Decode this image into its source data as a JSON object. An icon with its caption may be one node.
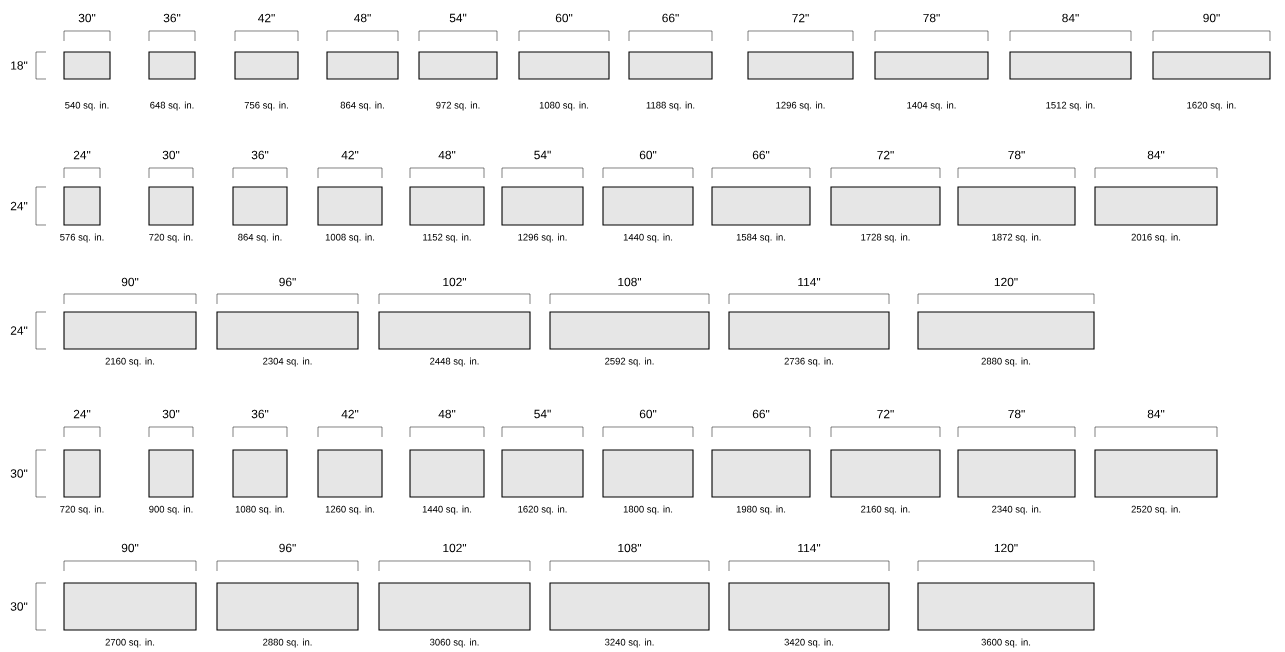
{
  "diagram": {
    "nodes": [
      {
        "text": [],
        "shape": "box",
        "beside": [
          "540 sq. in."
        ]
      },
      {
        "text": [],
        "shape": "box",
        "beside": [
          "648 sq. in."
        ]
      },
      {
        "text": [],
        "shape": "box",
        "beside": [
          "756 sq. in."
        ]
      },
      {
        "text": [],
        "shape": "box",
        "beside": [
          "864 sq. in."
        ]
      },
      {
        "text": [],
        "shape": "box",
        "beside": [
          "972 sq. in."
        ]
      },
      {
        "text": [],
        "shape": "box",
        "beside": [
          "1080 sq. in."
        ]
      },
      {
        "text": [],
        "shape": "box",
        "beside": [
          "1188 sq. in."
        ]
      },
      {
        "text": [],
        "shape": "box",
        "beside": [
          "1296 sq. in."
        ]
      },
      {
        "text": [],
        "shape": "box",
        "beside": [
          "1404 sq. in."
        ]
      },
      {
        "text": [],
        "shape": "box",
        "beside": [
          "1512 sq. in."
        ]
      },
      {
        "text": [],
        "shape": "box",
        "beside": [
          "1620 sq. in."
        ]
      },
      {
        "text": [],
        "shape": "box",
        "beside": [
          "576 sq. in."
        ]
      },
      {
        "text": [],
        "shape": "box",
        "beside": [
          "720 sq. in."
        ]
      },
      {
        "text": [],
        "shape": "box",
        "beside": [
          "864 sq. in."
        ]
      },
      {
        "text": [],
        "shape": "box",
        "beside": [
          "1008 sq. in."
        ]
      },
      {
        "text": [],
        "shape": "box",
        "beside": [
          "1152 sq. in."
        ]
      },
      {
        "text": [],
        "shape": "box",
        "beside": [
          "1296 sq. in."
        ]
      },
      {
        "text": [],
        "shape": "box",
        "beside": [
          "1440 sq. in."
        ]
      },
      {
        "text": [],
        "shape": "box",
        "beside": [
          "1584 sq. in."
        ]
      },
      {
        "text": [],
        "shape": "box",
        "beside": [
          "1728 sq. in."
        ]
      },
      {
        "text": [],
        "shape": "box",
        "beside": [
          "1872 sq. in."
        ]
      },
      {
        "text": [],
        "shape": "box",
        "beside": [
          "2016 sq. in."
        ]
      },
      {
        "text": [],
        "shape": "box",
        "beside": [
          "2160 sq. in."
        ]
      },
      {
        "text": [],
        "shape": "box",
        "beside": [
          "2304 sq. in."
        ]
      },
      {
        "text": [],
        "shape": "box",
        "beside": [
          "2448 sq. in."
        ]
      },
      {
        "text": [],
        "shape": "box",
        "beside": [
          "2592 sq. in."
        ]
      },
      {
        "text": [],
        "shape": "box",
        "beside": [
          "2736 sq. in."
        ]
      },
      {
        "text": [],
        "shape": "box",
        "beside": [
          "2880 sq. in."
        ]
      },
      {
        "text": [],
        "shape": "box",
        "beside": [
          "720 sq. in."
        ]
      },
      {
        "text": [],
        "shape": "box",
        "beside": [
          "900 sq. in."
        ]
      },
      {
        "text": [],
        "shape": "box",
        "beside": [
          "1080 sq. in."
        ]
      },
      {
        "text": [],
        "shape": "box",
        "beside": [
          "1260 sq. in."
        ]
      },
      {
        "text": [],
        "shape": "box",
        "beside": [
          "1440 sq. in."
        ]
      },
      {
        "text": [],
        "shape": "box",
        "beside": [
          "1620 sq. in."
        ]
      },
      {
        "text": [],
        "shape": "box",
        "beside": [
          "1800 sq. in."
        ]
      },
      {
        "text": [],
        "shape": "box",
        "beside": [
          "1980 sq. in."
        ]
      },
      {
        "text": [],
        "shape": "box",
        "beside": [
          "2160 sq. in."
        ]
      },
      {
        "text": [],
        "shape": "box",
        "beside": [
          "2340 sq. in."
        ]
      },
      {
        "text": [],
        "shape": "box",
        "beside": [
          "2520 sq. in."
        ]
      },
      {
        "text": [],
        "shape": "box",
        "beside": [
          "2700 sq. in."
        ]
      },
      {
        "text": [],
        "shape": "box",
        "beside": [
          "2880 sq. in."
        ]
      },
      {
        "text": [],
        "shape": "box",
        "beside": [
          "3060 sq. in."
        ]
      },
      {
        "text": [],
        "shape": "box",
        "beside": [
          "3240 sq. in."
        ]
      },
      {
        "text": [],
        "shape": "box",
        "beside": [
          "3420 sq. in."
        ]
      },
      {
        "text": [],
        "shape": "box",
        "beside": [
          "3600 sq. in."
        ]
      }
    ],
    "labels": [
      "30\"",
      "36\"",
      "42\"",
      "48\"",
      "54\"",
      "60\"",
      "66\"",
      "72\"",
      "78\"",
      "84\"",
      "90\"",
      "18\"",
      "24\"",
      "30\"",
      "36\"",
      "42\"",
      "48\"",
      "54\"",
      "60\"",
      "66\"",
      "72\"",
      "78\"",
      "84\"",
      "24\"",
      "90\"",
      "96\"",
      "102\"",
      "108\"",
      "114\"",
      "120\"",
      "24\"",
      "24\"",
      "30\"",
      "36\"",
      "42\"",
      "48\"",
      "54\"",
      "60\"",
      "66\"",
      "72\"",
      "78\"",
      "84\"",
      "30\"",
      "90\"",
      "96\"",
      "102\"",
      "108\"",
      "114\"",
      "120\"",
      "30\""
    ]
  }
}
